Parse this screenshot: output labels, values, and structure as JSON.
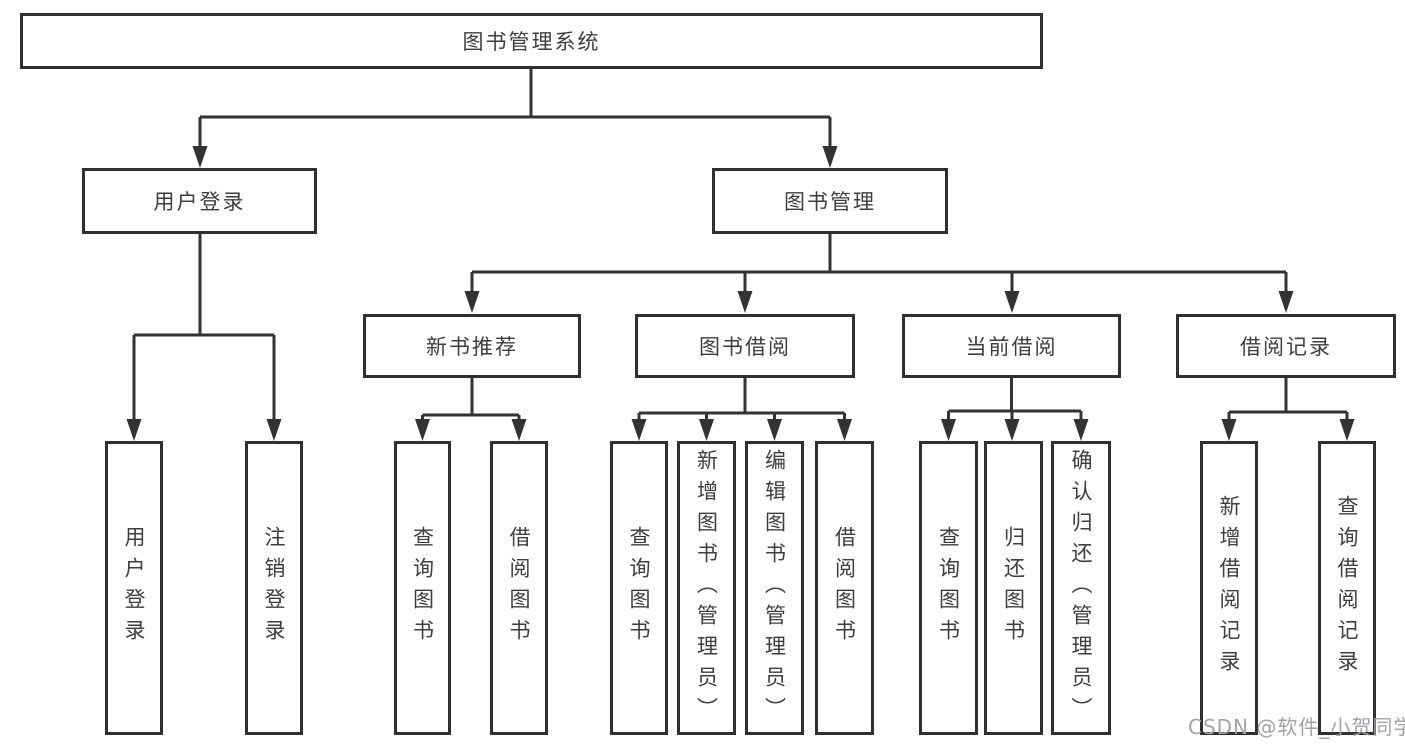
{
  "diagram": {
    "root": "图书管理系统",
    "level1": [
      "用户登录",
      "图书管理"
    ],
    "level2": [
      "新书推荐",
      "图书借阅",
      "当前借阅",
      "借阅记录"
    ],
    "leaves": [
      "用户登录",
      "注销登录",
      "查询图书",
      "借阅图书",
      "查询图书",
      "新增图书（管理员）",
      "编辑图书（管理员）",
      "借阅图书",
      "查询图书",
      "归还图书",
      "确认归还（管理员）",
      "新增借阅记录",
      "查询借阅记录"
    ]
  },
  "watermark": {
    "text": "CSDN @软件_小贺同学"
  }
}
